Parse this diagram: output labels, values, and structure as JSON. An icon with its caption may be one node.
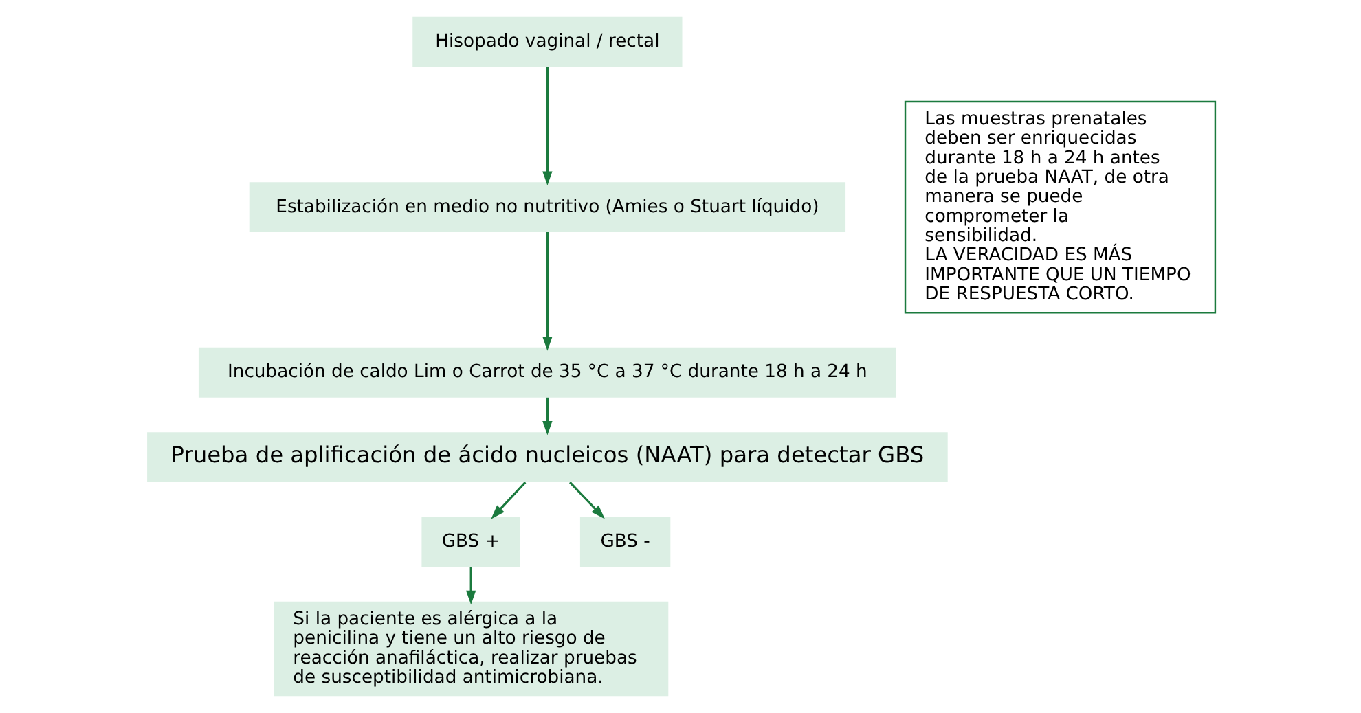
{
  "diagram": {
    "nodes": [
      {
        "text": [
          "Hisopado vaginal / rectal"
        ]
      },
      {
        "text": [
          "Estabilización en medio no nutritivo (Amies o Stuart líquido)"
        ]
      },
      {
        "text": [
          "Incubación de caldo Lim o Carrot de 35 °C a 37 °C durante 18 h a 24 h"
        ]
      },
      {
        "text": [
          "Prueba de aplificación de ácido nucleicos (NAAT) para detectar GBS"
        ]
      },
      {
        "text": [
          "GBS +"
        ]
      },
      {
        "text": [
          "GBS -"
        ]
      },
      {
        "text": [
          "Si la paciente es alérgica a la penicilina y tiene un alto riesgo de reacción anafiláctica, realizar pruebas de susceptibilidad antimicrobiana."
        ]
      },
      {
        "text": [
          "Las muestras prenatales deben ser enriquecidas durante 18 h a 24 h antes de la prueba NAAT, de otra manera se puede comprometer la sensibilidad.",
          "LA VERACIDAD ES MÁS IMPORTANTE QUE UN TIEMPO DE RESPUESTA CORTO."
        ]
      }
    ],
    "edges": [
      {
        "from": 0,
        "to": 1,
        "arrow": "to"
      },
      {
        "from": 1,
        "to": 2,
        "arrow": "to"
      },
      {
        "from": 2,
        "to": 3,
        "arrow": "to"
      },
      {
        "from": 3,
        "to": 4,
        "arrow": "to"
      },
      {
        "from": 3,
        "to": 5,
        "arrow": "to"
      },
      {
        "from": 4,
        "to": 6,
        "arrow": "to"
      }
    ]
  }
}
